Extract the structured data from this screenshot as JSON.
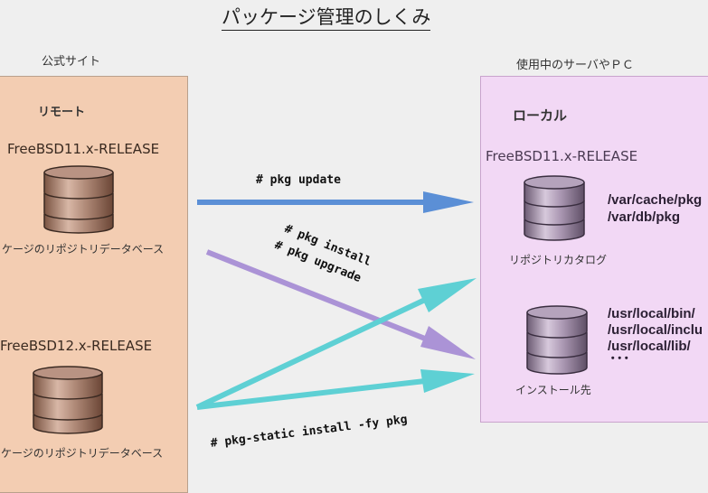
{
  "title": "パッケージ管理のしくみ",
  "left": {
    "heading": "公式サイト",
    "label": "リモート",
    "repo1": {
      "name": "FreeBSD11.x-RELEASE",
      "caption": "ケージのリポジトリデータベース"
    },
    "repo2": {
      "name": "FreeBSD12.x-RELEASE",
      "caption": "ケージのリポジトリデータベース"
    }
  },
  "right": {
    "heading": "使用中のサーバやＰＣ",
    "label": "ローカル",
    "release": "FreeBSD11.x-RELEASE",
    "catalog": {
      "caption": "リポジトリカタログ",
      "paths": [
        "/var/cache/pkg",
        "/var/db/pkg"
      ]
    },
    "install": {
      "caption": "インストール先",
      "paths": [
        "/usr/local/bin/",
        "/usr/local/inclu",
        "/usr/local/lib/",
        "･･･"
      ]
    }
  },
  "commands": {
    "update": "# pkg update",
    "install": "# pkg install",
    "upgrade": "# pkg upgrade",
    "static": "# pkg-static install -fy pkg"
  },
  "colors": {
    "update_arrow": "#5b8fd6",
    "install_arrow": "#ab93d6",
    "static_arrow": "#5ed0d4",
    "left_panel": "#f3cdb2",
    "right_panel": "#f2d8f5"
  }
}
